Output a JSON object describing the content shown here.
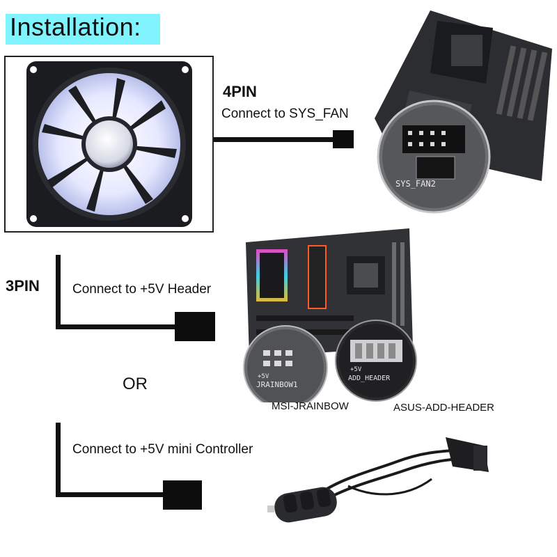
{
  "header": {
    "title": "Installation:"
  },
  "colors": {
    "title_bg": "#7ff4ff",
    "wire": "#111111",
    "fan_glow": "#eef0ff"
  },
  "fan": {
    "icon": "rgb-fan-icon"
  },
  "pin4": {
    "label": "4PIN",
    "instruction": "Connect to SYS_FAN",
    "board_icon": "msi-motherboard-icon",
    "header_print": "SYS_FAN2"
  },
  "pin3": {
    "label": "3PIN",
    "instruction": "Connect to +5V Header",
    "board_icon": "rgb-motherboard-icon",
    "msi_caption": "MSI-JRAINBOW",
    "asus_caption": "ASUS-ADD-HEADER",
    "msi_print": "JRAINBOW1",
    "asus_print": "ADD_HEADER",
    "plus5v_print": "+5V"
  },
  "or_text": "OR",
  "controller": {
    "instruction": "Connect to +5V mini Controller",
    "icon": "mini-controller-icon"
  }
}
